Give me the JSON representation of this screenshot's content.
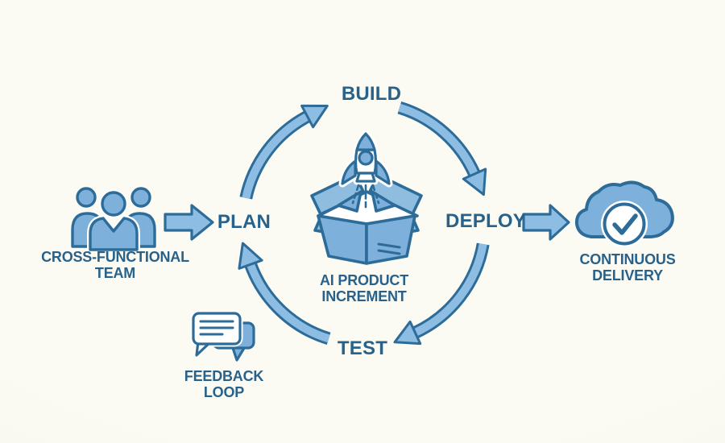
{
  "diagram": {
    "type": "agile-delivery-cycle",
    "colors": {
      "background": "#fafaf2",
      "text": "#28618a",
      "outline": "#2d6c98",
      "arrow_fill": "#8dbde2",
      "icon_fill": "#7db0da",
      "white": "#ffffff"
    },
    "stages": {
      "plan": "PLAN",
      "build": "BUILD",
      "deploy": "DEPLOY",
      "test": "TEST"
    },
    "center": {
      "icon": "rocket-launch-box-icon",
      "lines": [
        "AI PRODUCT",
        "INCREMENT"
      ]
    },
    "team": {
      "icon": "team-icon",
      "lines": [
        "CROSS-FUNCTIONAL",
        "TEAM"
      ]
    },
    "delivery": {
      "icon": "cloud-check-icon",
      "lines": [
        "CONTINUOUS",
        "DELIVERY"
      ]
    },
    "feedback": {
      "icon": "chat-bubbles-icon",
      "lines": [
        "FEEDBACK",
        "LOOP"
      ]
    },
    "connections": [
      {
        "from": "CROSS-FUNCTIONAL TEAM",
        "to": "PLAN"
      },
      {
        "from": "PLAN",
        "to": "BUILD"
      },
      {
        "from": "BUILD",
        "to": "DEPLOY"
      },
      {
        "from": "DEPLOY",
        "to": "TEST"
      },
      {
        "from": "TEST",
        "to": "PLAN"
      },
      {
        "from": "DEPLOY",
        "to": "CONTINUOUS DELIVERY"
      }
    ]
  }
}
